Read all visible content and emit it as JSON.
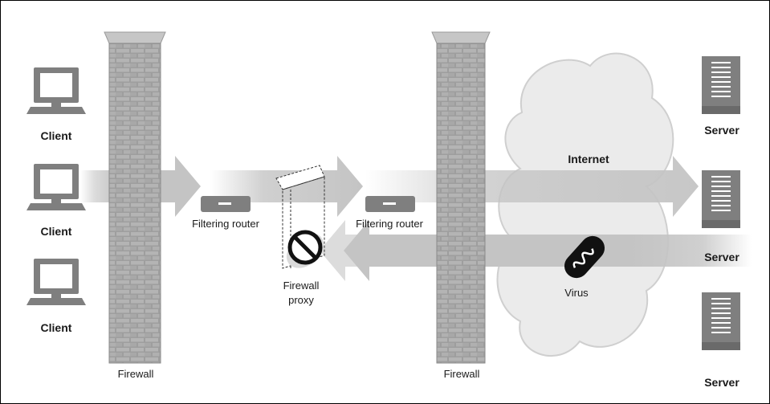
{
  "clients": [
    "Client",
    "Client",
    "Client"
  ],
  "servers": [
    "Server",
    "Server",
    "Server"
  ],
  "firewalls": [
    "Firewall",
    "Firewall"
  ],
  "routers": [
    "Filtering router",
    "Filtering router"
  ],
  "proxy": {
    "line1": "Firewall",
    "line2": "proxy"
  },
  "internet": "Internet",
  "virus": "Virus",
  "colors": {
    "device": "#7f7f7f",
    "arrow": "#c8c8c8",
    "cloud": "#e9e9e9",
    "brick": "#a9a9a9",
    "cap": "#c6c6c6"
  }
}
